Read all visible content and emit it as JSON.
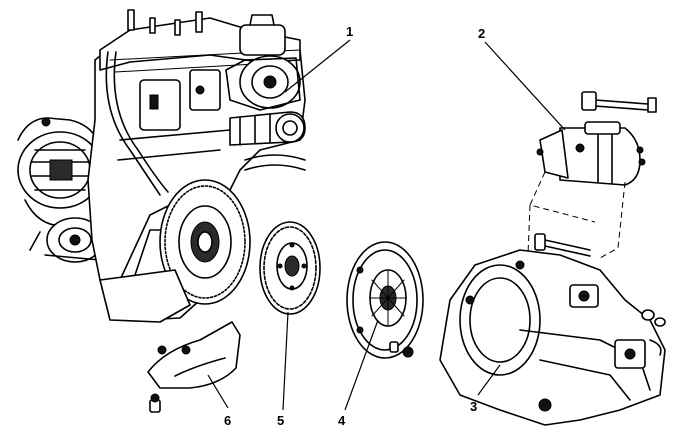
{
  "callouts": {
    "engine": "1",
    "starter_motor": "2",
    "gearbox_housing": "3",
    "clutch_pressure_plate": "4",
    "clutch_disc": "5",
    "cover_plate": "6"
  }
}
